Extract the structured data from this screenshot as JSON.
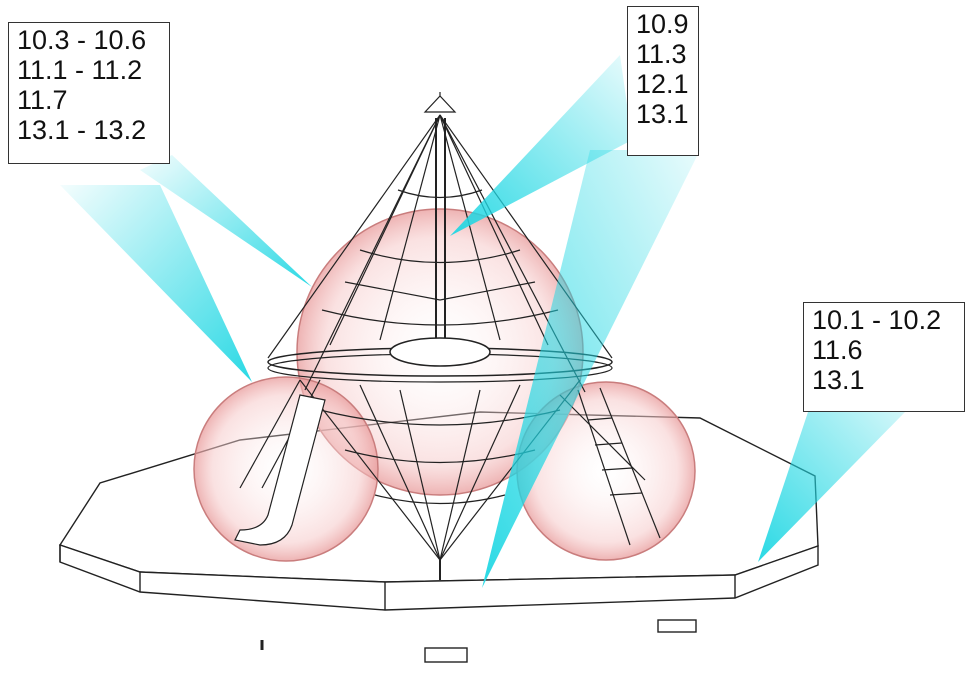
{
  "colors": {
    "pointer": "#1fd7e3",
    "zone_fill": "#f2b8b8",
    "zone_stroke": "#c97d7d",
    "line": "#222222",
    "box_border": "#333333"
  },
  "callouts": [
    {
      "lines": [
        "10.3 - 10.6",
        "11.1 - 11.2",
        "11.7",
        "13.1 - 13.2"
      ]
    },
    {
      "lines": [
        "10.9",
        "11.3",
        "12.1",
        "13.1"
      ]
    },
    {
      "lines": [
        "10.1 - 10.2",
        "11.6",
        "13.1"
      ]
    }
  ]
}
